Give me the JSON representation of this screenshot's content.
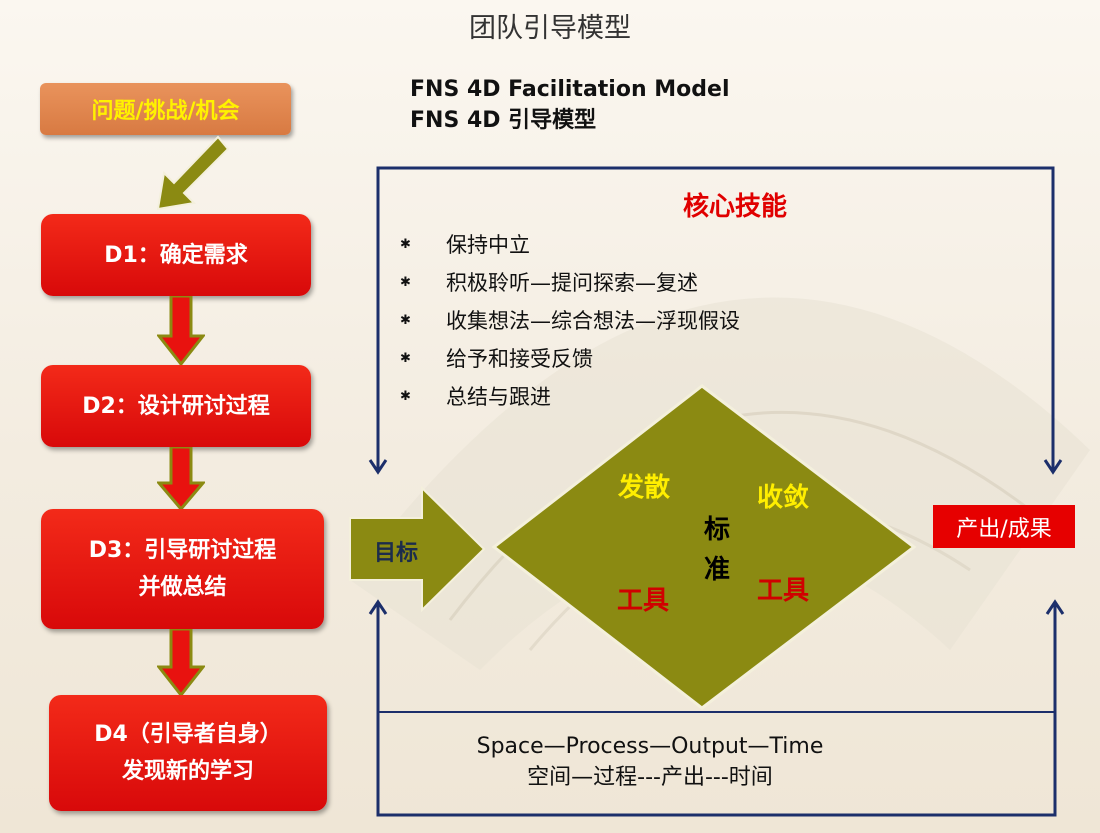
{
  "title": "团队引导模型",
  "subtitle": {
    "line1": "FNS 4D Facilitation Model",
    "line2": "FNS 4D  引导模型"
  },
  "start_box": "问题/挑战/机会",
  "steps": {
    "d1": {
      "line1": "D1：确定需求"
    },
    "d2": {
      "line1": "D2：设计研讨过程"
    },
    "d3": {
      "line1": "D3：引导研讨过程",
      "line2": "并做总结"
    },
    "d4": {
      "line1": "D4（引导者自身）",
      "line2": "发现新的学习"
    }
  },
  "core_skills": {
    "title": "核心技能",
    "items": [
      "保持中立",
      "积极聆听—提问探索—复述",
      "收集想法—综合想法—浮现假设",
      "给予和接受反馈",
      "总结与跟进"
    ],
    "bullet": "✱"
  },
  "diamond": {
    "diverge": "发散",
    "converge": "收敛",
    "standard_line1": "标",
    "standard_line2": "准",
    "tool_left": "工具",
    "tool_right": "工具"
  },
  "target": "目标",
  "output": "产出/成果",
  "bottom": {
    "line1": "Space—Process—Output—Time",
    "line2": "空间—过程---产出---时间"
  },
  "colors": {
    "olive": "#8b8a12",
    "step_red": "#e8120f",
    "start_orange": "#e0864d",
    "frame_navy": "#1c2f6b",
    "highlight_yellow": "#ffee00"
  }
}
